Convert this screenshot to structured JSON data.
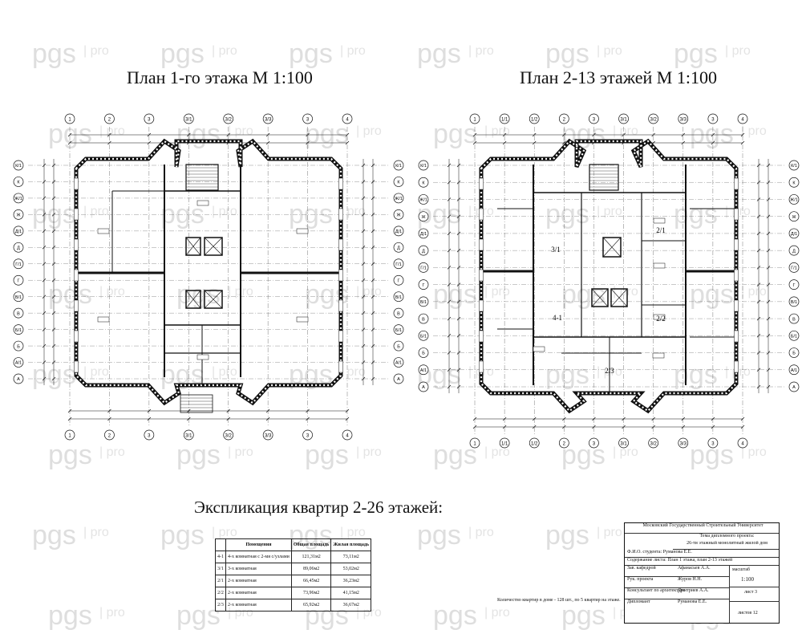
{
  "watermark": {
    "brand": "pgs",
    "suffix": "pro"
  },
  "plan1": {
    "title": "План 1-го этажа М 1:100"
  },
  "plan2": {
    "title": "План 2-13 этажей  М 1:100"
  },
  "explication": {
    "title": "Экспликация квартир 2-26 этажей:",
    "headers": [
      "",
      "Помещения",
      "Общая площадь",
      "Жилая площадь"
    ],
    "rows": [
      [
        "4-1",
        "4-х комнатная с 2-мя с/узлами",
        "121,31м2",
        "73,11м2"
      ],
      [
        "3/1",
        "3-х комнатная",
        "89,06м2",
        "53,02м2"
      ],
      [
        "2/1",
        "2-х комнатная",
        "66,45м2",
        "36,23м2"
      ],
      [
        "2/2",
        "2-х комнатная",
        "73,96м2",
        "41,15м2"
      ],
      [
        "2/3",
        "2-х комнатная",
        "65,92м2",
        "36,67м2"
      ]
    ],
    "note": "Количество квартир в доме - 128 шт., по 5 квартир на этаже."
  },
  "stamp": {
    "org": "Московский Государственный Строительный Университет",
    "project_line1": "Тема дипломного проекта:",
    "project_line2": "26-ти этажный монолитный жилой дом",
    "rows": [
      {
        "label": "Ф.И.О. студента",
        "value": "Руманова Е.Е."
      },
      {
        "label": "Содержание листа",
        "value": "План 1 этажа, план 2-13 этажей"
      },
      {
        "label": "Зав. кафедрой",
        "value": "Афанасьев А.А."
      },
      {
        "label": "Рук. проекта",
        "value": "Журов Н.Н."
      },
      {
        "label": "Консультант по архитектуре",
        "value": "Дмитриев А.А."
      },
      {
        "label": "Дипломант",
        "value": "Руманова Е.Е."
      }
    ],
    "scale_label": "масштаб",
    "scale": "1:100",
    "sheet_label": "лист 3",
    "sheets_label": "листов 12"
  },
  "axes": {
    "letters": [
      "К/1",
      "К",
      "Ж/1",
      "Ж",
      "Д/1",
      "Д",
      "Г/1",
      "Г",
      "В/1",
      "В",
      "Б/1",
      "Б",
      "А/1",
      "А"
    ],
    "numbers_plan1": [
      "1",
      "2",
      "3",
      "3/1",
      "3/2",
      "3/3",
      "3",
      "4"
    ],
    "numbers_plan2": [
      "1",
      "1/1",
      "1/2",
      "2",
      "3",
      "3/1",
      "3/2",
      "3/3",
      "3",
      "4"
    ]
  },
  "plan2_labels": [
    "4-1",
    "3/1",
    "2/1",
    "2/2",
    "2/3"
  ]
}
